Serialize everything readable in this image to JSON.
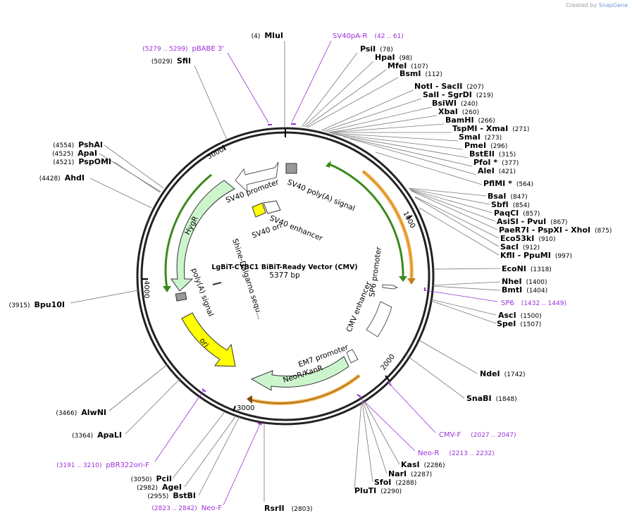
{
  "watermark": {
    "prefix": "Created by",
    "brand": "SnapGene"
  },
  "plasmid": {
    "name": "LgBiT-CYBC1 BiBiT-Ready Vector (CMV)",
    "length_label": "5377 bp",
    "length": 5377
  },
  "tick_labels": [
    "1000",
    "2000",
    "3000",
    "4000",
    "5000"
  ],
  "colors": {
    "backbone": "#222222",
    "primer": "#9b30d9",
    "hygr_fill": "#ccf5cc",
    "ori_fill": "#ffff00",
    "orange_arc": "#f4b04a",
    "green_arc": "#3a8a1a"
  },
  "enzymes": [
    {
      "name": "MluI",
      "pos": "(4)",
      "side": "left"
    },
    {
      "name": "PsiI",
      "pos": "(78)",
      "side": "right"
    },
    {
      "name": "HpaI",
      "pos": "(98)",
      "side": "right"
    },
    {
      "name": "MfeI",
      "pos": "(107)",
      "side": "right"
    },
    {
      "name": "BsmI",
      "pos": "(112)",
      "side": "right"
    },
    {
      "name": "NotI  - SacII",
      "pos": "(207)",
      "side": "right"
    },
    {
      "name": "SalI  - SgrDI",
      "pos": "(219)",
      "side": "right"
    },
    {
      "name": "BsiWI",
      "pos": "(240)",
      "side": "right"
    },
    {
      "name": "XbaI",
      "pos": "(260)",
      "side": "right"
    },
    {
      "name": "BamHI",
      "pos": "(266)",
      "side": "right"
    },
    {
      "name": "TspMI  - XmaI",
      "pos": "(271)",
      "side": "right"
    },
    {
      "name": "SmaI",
      "pos": "(273)",
      "side": "right"
    },
    {
      "name": "PmeI",
      "pos": "(296)",
      "side": "right"
    },
    {
      "name": "BstEII",
      "pos": "(315)",
      "side": "right"
    },
    {
      "name": "PfoI *",
      "pos": "(377)",
      "side": "right"
    },
    {
      "name": "AleI",
      "pos": "(421)",
      "side": "right"
    },
    {
      "name": "PflMI *",
      "pos": "(564)",
      "side": "right"
    },
    {
      "name": "BsaI",
      "pos": "(847)",
      "side": "right"
    },
    {
      "name": "SbfI",
      "pos": "(854)",
      "side": "right"
    },
    {
      "name": "PaqCI",
      "pos": "(857)",
      "side": "right"
    },
    {
      "name": "AsiSI  - PvuI",
      "pos": "(867)",
      "side": "right"
    },
    {
      "name": "PaeR7I  - PspXI  - XhoI",
      "pos": "(875)",
      "side": "right"
    },
    {
      "name": "Eco53kI",
      "pos": "(910)",
      "side": "right"
    },
    {
      "name": "SacI",
      "pos": "(912)",
      "side": "right"
    },
    {
      "name": "KflI  - PpuMI",
      "pos": "(997)",
      "side": "right"
    },
    {
      "name": "EcoNI",
      "pos": "(1318)",
      "side": "right"
    },
    {
      "name": "NheI",
      "pos": "(1400)",
      "side": "right"
    },
    {
      "name": "BmtI",
      "pos": "(1404)",
      "side": "right"
    },
    {
      "name": "AscI",
      "pos": "(1500)",
      "side": "right"
    },
    {
      "name": "SpeI",
      "pos": "(1507)",
      "side": "right"
    },
    {
      "name": "NdeI",
      "pos": "(1742)",
      "side": "right"
    },
    {
      "name": "SnaBI",
      "pos": "(1848)",
      "side": "right"
    },
    {
      "name": "KasI",
      "pos": "(2286)",
      "side": "right"
    },
    {
      "name": "NarI",
      "pos": "(2287)",
      "side": "right"
    },
    {
      "name": "SfoI",
      "pos": "(2288)",
      "side": "right"
    },
    {
      "name": "PluTI",
      "pos": "(2290)",
      "side": "right"
    },
    {
      "name": "RsrII",
      "pos": "(2803)",
      "side": "right"
    },
    {
      "name": "BstBI",
      "pos": "(2955)",
      "side": "left"
    },
    {
      "name": "AgeI",
      "pos": "(2982)",
      "side": "left"
    },
    {
      "name": "PciI",
      "pos": "(3050)",
      "side": "left"
    },
    {
      "name": "ApaLI",
      "pos": "(3364)",
      "side": "left"
    },
    {
      "name": "AlwNI",
      "pos": "(3466)",
      "side": "left"
    },
    {
      "name": "Bpu10I",
      "pos": "(3915)",
      "side": "left"
    },
    {
      "name": "AhdI",
      "pos": "(4428)",
      "side": "left"
    },
    {
      "name": "PspOMI",
      "pos": "(4521)",
      "side": "left"
    },
    {
      "name": "ApaI",
      "pos": "(4525)",
      "side": "left"
    },
    {
      "name": "PshAI",
      "pos": "(4554)",
      "side": "left"
    },
    {
      "name": "SfiI",
      "pos": "(5029)",
      "side": "left"
    }
  ],
  "primers": [
    {
      "name": "SV40pA-R",
      "pos": "(42 .. 61)",
      "side": "right"
    },
    {
      "name": "pBABE 3'",
      "pos": "(5279 .. 5299)",
      "side": "left"
    },
    {
      "name": "SP6",
      "pos": "(1432 .. 1449)",
      "side": "right"
    },
    {
      "name": "CMV-F",
      "pos": "(2027 .. 2047)",
      "side": "right"
    },
    {
      "name": "Neo-R",
      "pos": "(2213 .. 2232)",
      "side": "right"
    },
    {
      "name": "Neo-F",
      "pos": "(2823 .. 2842)",
      "side": "left"
    },
    {
      "name": "pBR322ori-F",
      "pos": "(3191 .. 3210)",
      "side": "left"
    }
  ],
  "features": [
    {
      "name": "SV40 poly(A) signal"
    },
    {
      "name": "SV40 promoter"
    },
    {
      "name": "SV40 enhancer"
    },
    {
      "name": "SV40 ori"
    },
    {
      "name": "HygR"
    },
    {
      "name": "poly(A) signal"
    },
    {
      "name": "Shine-Dalgarno sequ..."
    },
    {
      "name": "ori"
    },
    {
      "name": "EM7 promoter"
    },
    {
      "name": "NeoR/KanR"
    },
    {
      "name": "CMV enhancer"
    },
    {
      "name": "SP6 promoter"
    }
  ]
}
